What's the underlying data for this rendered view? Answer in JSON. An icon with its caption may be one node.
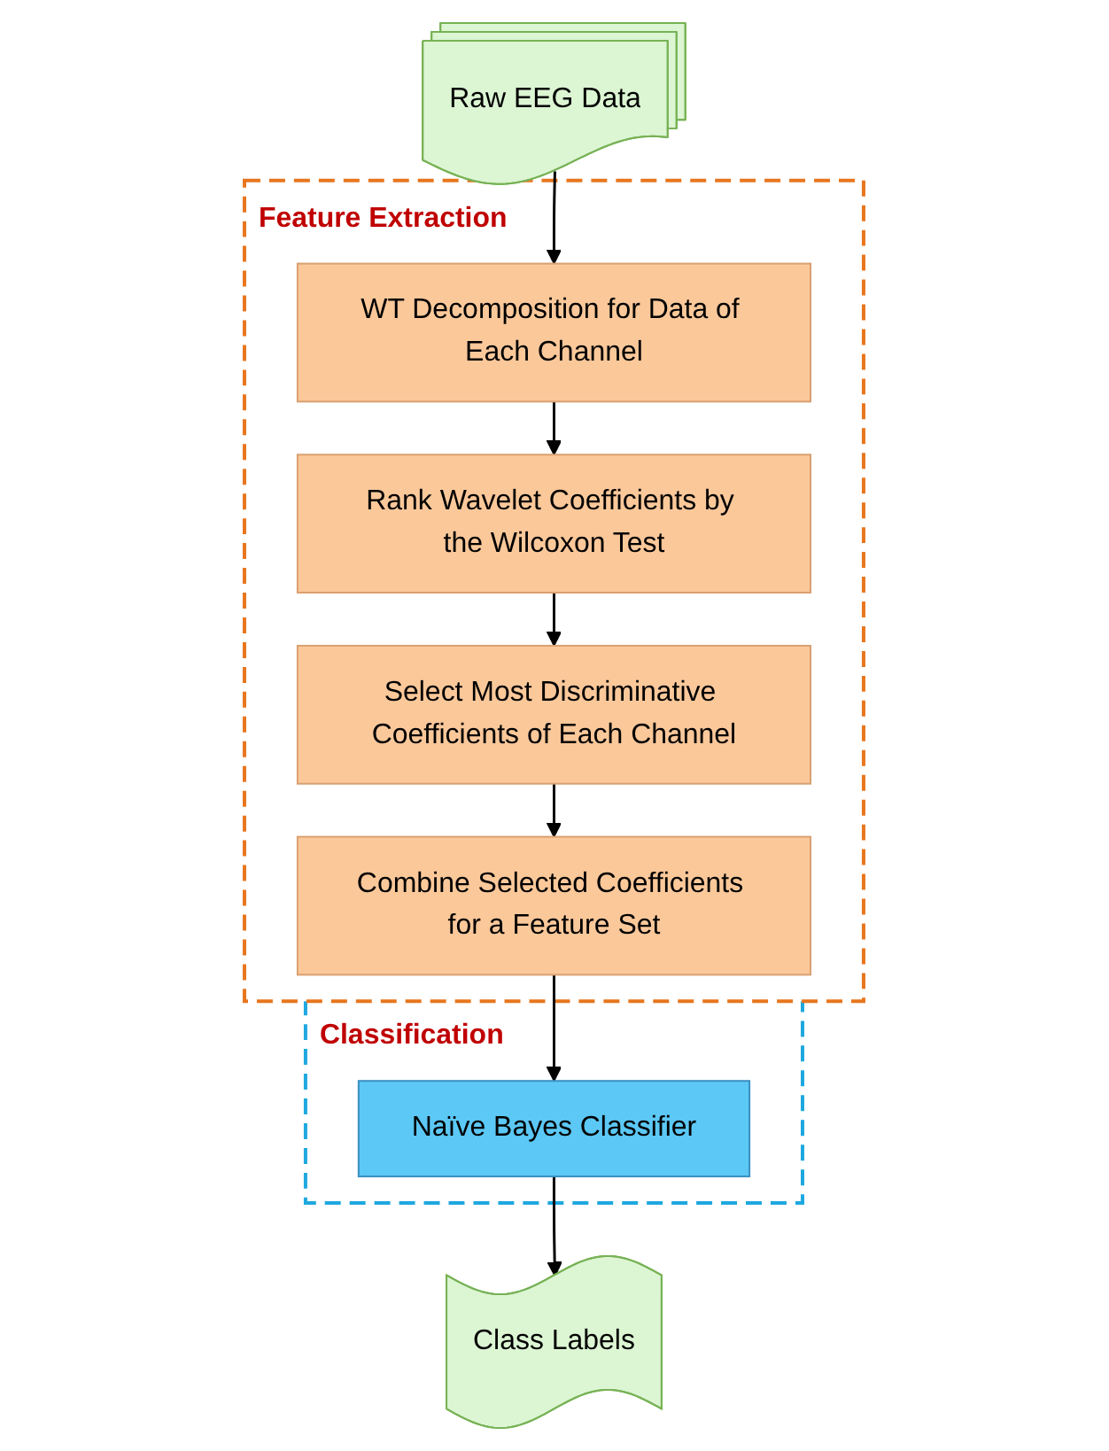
{
  "diagram": {
    "nodes": [
      {
        "text": [
          "Raw EEG Data"
        ]
      },
      {
        "text": [
          "Feature Extraction"
        ]
      },
      {
        "text": [
          "WT Decomposition for Data of Each Channel"
        ],
        "in": 1
      },
      {
        "text": [
          "Rank Wavelet Coefficients by the Wilcoxon Test"
        ],
        "in": 1
      },
      {
        "text": [
          "Select Most Discriminative Coefficients of Each Channel"
        ],
        "in": 1
      },
      {
        "text": [
          "Combine Selected Coefficients for a Feature Set"
        ],
        "in": 1
      },
      {
        "text": [
          "Classification"
        ]
      },
      {
        "text": [
          "Naïve Bayes Classifier"
        ],
        "in": 6
      },
      {
        "text": [
          "Class Labels"
        ]
      }
    ],
    "edges": [
      {
        "from": 0,
        "to": 2,
        "arrow": "to"
      },
      {
        "from": 2,
        "to": 3,
        "arrow": "to"
      },
      {
        "from": 3,
        "to": 4,
        "arrow": "to"
      },
      {
        "from": 4,
        "to": 5,
        "arrow": "to"
      },
      {
        "from": 5,
        "to": 7,
        "arrow": "to"
      },
      {
        "from": 7,
        "to": 8,
        "arrow": "to"
      }
    ]
  }
}
